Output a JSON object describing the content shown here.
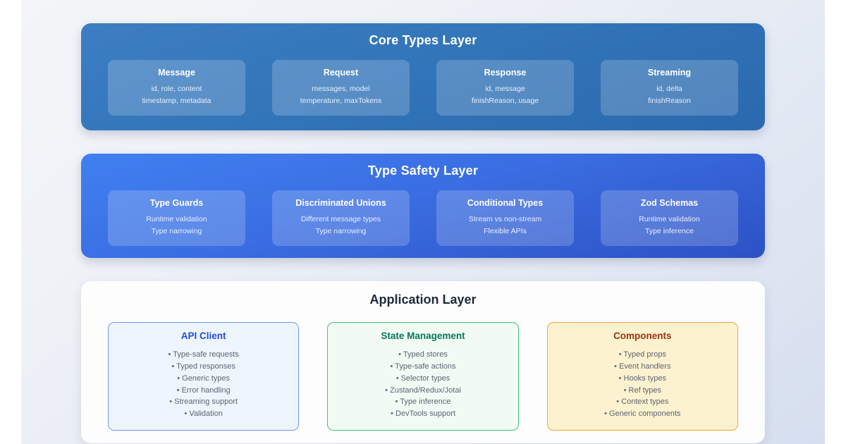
{
  "background": {
    "page_color": "#ffffff",
    "stage_gradient_from": "#f3f5f8",
    "stage_gradient_to": "#d6dff0"
  },
  "layers": [
    {
      "id": "core-types-layer",
      "title": "Core Types Layer",
      "accent": "#3375b9",
      "cards": [
        {
          "title": "Message",
          "lines": [
            "id, role, content",
            "timestamp, metadata"
          ]
        },
        {
          "title": "Request",
          "lines": [
            "messages, model",
            "temperature, maxTokens"
          ]
        },
        {
          "title": "Response",
          "lines": [
            "id, message",
            "finishReason, usage"
          ]
        },
        {
          "title": "Streaming",
          "lines": [
            "id, delta",
            "finishReason"
          ]
        }
      ]
    },
    {
      "id": "type-safety-layer",
      "title": "Type Safety Layer",
      "accent": "#3a6ee2",
      "cards": [
        {
          "title": "Type Guards",
          "lines": [
            "Runtime validation",
            "Type narrowing"
          ]
        },
        {
          "title": "Discriminated Unions",
          "lines": [
            "Different message types",
            "Type narrowing"
          ]
        },
        {
          "title": "Conditional Types",
          "lines": [
            "Stream vs non-stream",
            "Flexible APIs"
          ]
        },
        {
          "title": "Zod Schemas",
          "lines": [
            "Runtime validation",
            "Type inference"
          ]
        }
      ]
    }
  ],
  "application_layer": {
    "id": "application-layer",
    "title": "Application Layer",
    "title_color": "#1e293b",
    "panels": [
      {
        "title": "API Client",
        "title_color": "#1d4ed8",
        "border_color": "#6a9bf0",
        "background_color": "#eff5fe",
        "items": [
          "• Type-safe requests",
          "• Typed responses",
          "• Generic types",
          "• Error handling",
          "• Streaming support",
          "• Validation"
        ]
      },
      {
        "title": "State Management",
        "title_color": "#047857",
        "border_color": "#41c07e",
        "background_color": "#f1fbf4",
        "items": [
          "• Typed stores",
          "• Type-safe actions",
          "• Selector types",
          "• Zustand/Redux/Jotai",
          "• Type inference",
          "• DevTools support"
        ]
      },
      {
        "title": "Components",
        "title_color": "#9a3412",
        "border_color": "#f0a830",
        "background_color": "#fdf2cf",
        "items": [
          "• Typed props",
          "• Event handlers",
          "• Hooks types",
          "• Ref types",
          "• Context types",
          "• Generic components"
        ]
      }
    ]
  }
}
